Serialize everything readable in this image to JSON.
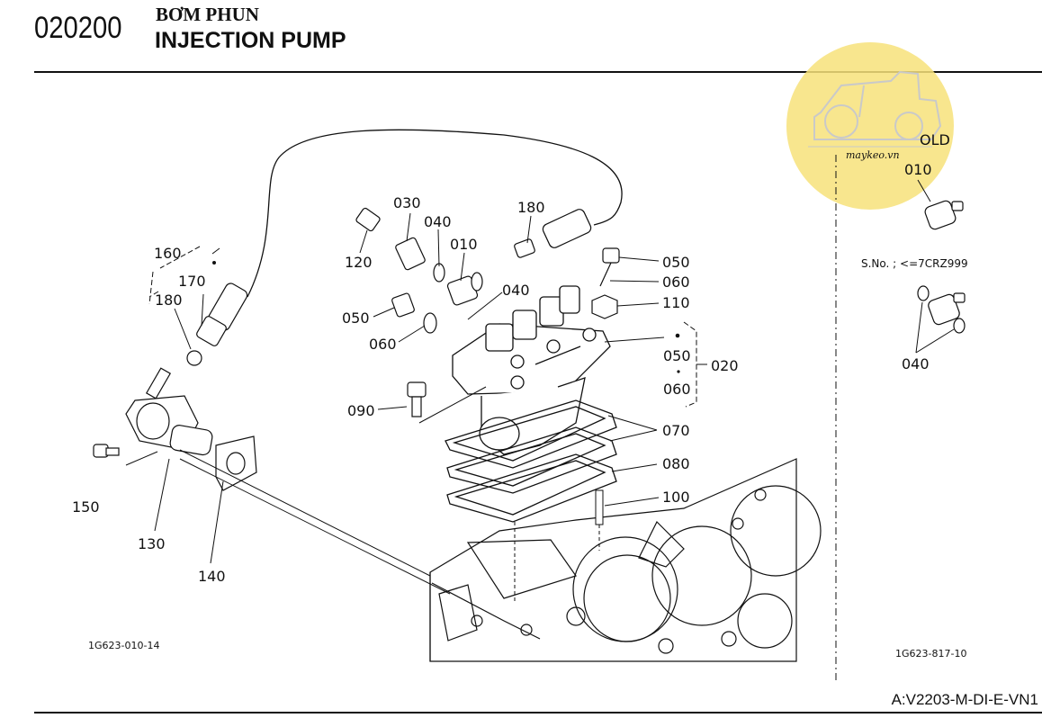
{
  "header": {
    "section_code": "020200",
    "title_vi": "BƠM PHUN",
    "title_en": "INJECTION PUMP"
  },
  "diagram": {
    "callouts": [
      "160",
      "170",
      "180",
      "030",
      "040",
      "010",
      "120",
      "180",
      "050",
      "060",
      "040",
      "050",
      "060",
      "110",
      "050",
      "020",
      "060",
      "090",
      "070",
      "080",
      "100",
      "150",
      "130",
      "140"
    ],
    "figure_code_left": "1G623-010-14"
  },
  "side_panel": {
    "old_label": "OLD",
    "old_part": "010",
    "serial_note": "S.No. ; <=7CRZ999",
    "part_040": "040",
    "figure_code_right": "1G623-817-10"
  },
  "watermark": {
    "text": "maykeo.vn",
    "color": "#f7e27a"
  },
  "footer": {
    "doc_id": "A:V2203-M-DI-E-VN1"
  }
}
